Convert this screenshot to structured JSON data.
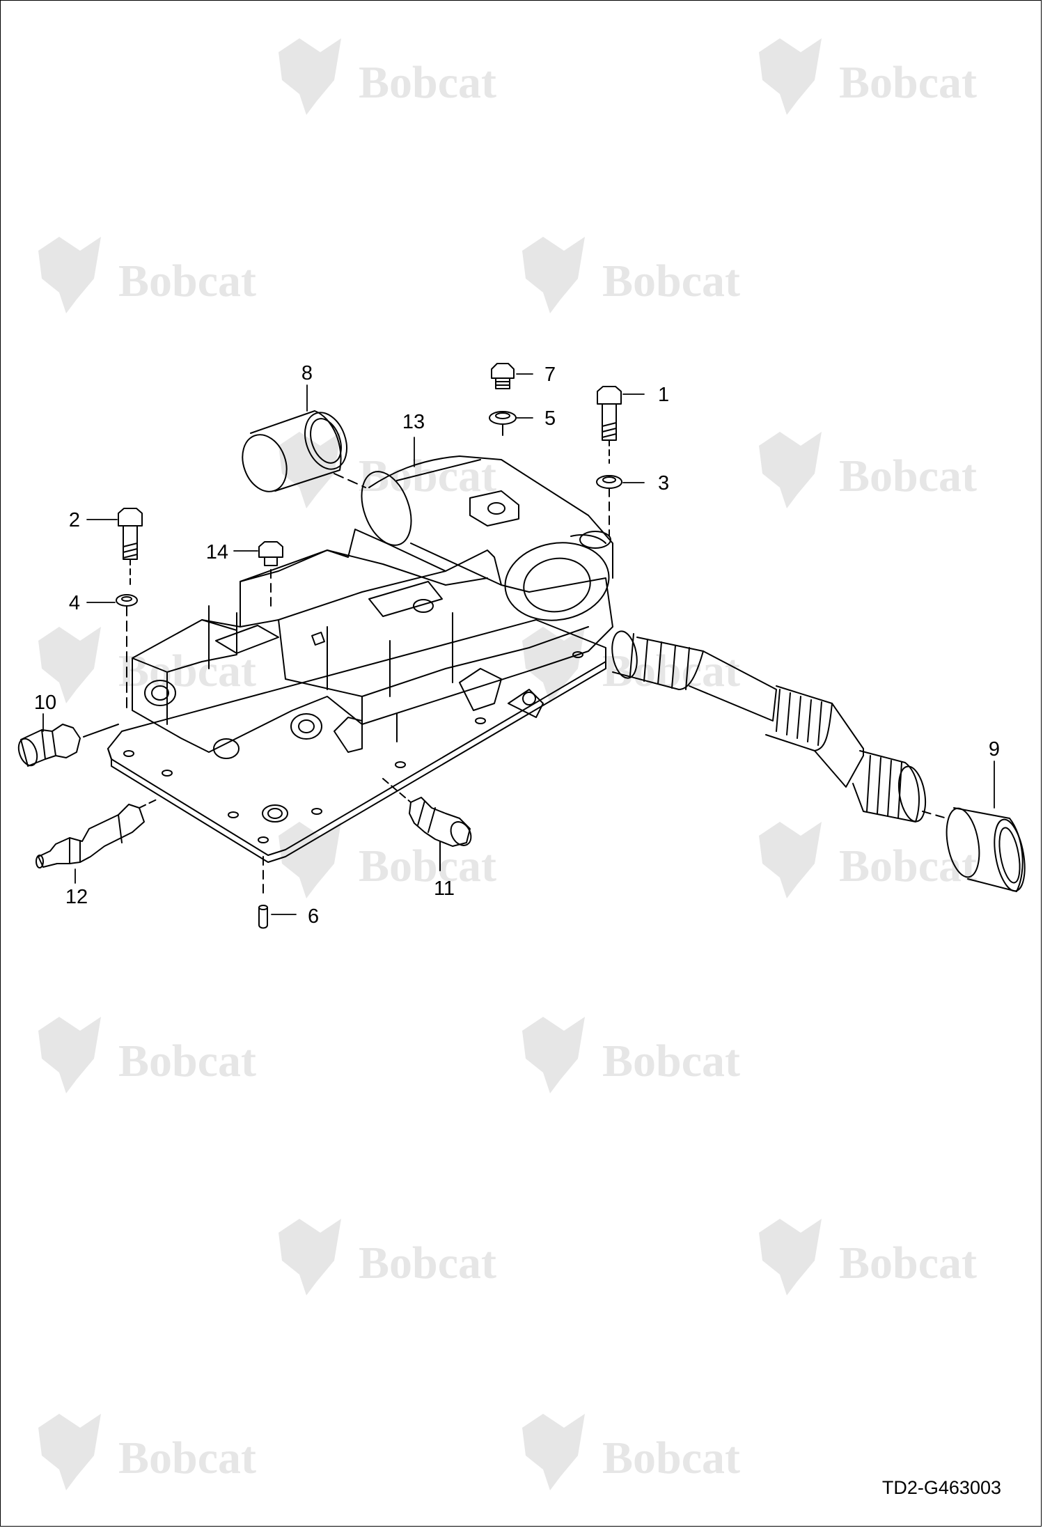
{
  "watermark": {
    "brand": "Bobcat",
    "color": "#e6e6e6"
  },
  "drawing_code": "TD2-G463003",
  "callouts": [
    {
      "id": "c1",
      "number": "1"
    },
    {
      "id": "c2",
      "number": "2"
    },
    {
      "id": "c3",
      "number": "3"
    },
    {
      "id": "c4",
      "number": "4"
    },
    {
      "id": "c5",
      "number": "5"
    },
    {
      "id": "c6",
      "number": "6"
    },
    {
      "id": "c7",
      "number": "7"
    },
    {
      "id": "c8",
      "number": "8"
    },
    {
      "id": "c9",
      "number": "9"
    },
    {
      "id": "c10",
      "number": "10"
    },
    {
      "id": "c11",
      "number": "11"
    },
    {
      "id": "c12",
      "number": "12"
    },
    {
      "id": "c13",
      "number": "13"
    },
    {
      "id": "c14",
      "number": "14"
    }
  ]
}
